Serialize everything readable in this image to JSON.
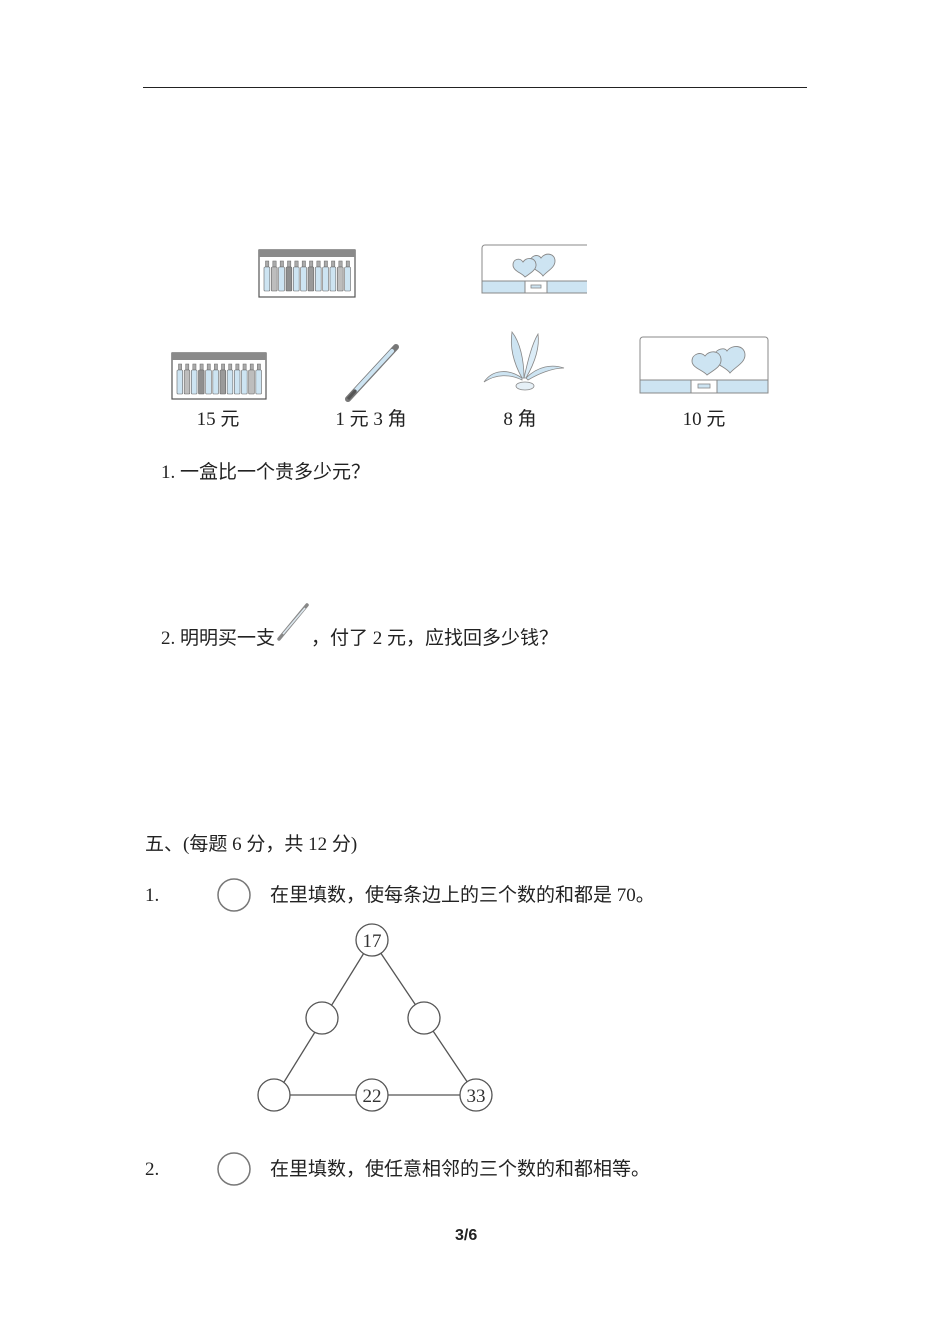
{
  "page": {
    "footer": "3/6"
  },
  "products": {
    "header_images": [
      {
        "name": "crayon-box",
        "icon": "crayon-box-icon"
      },
      {
        "name": "pencil-case",
        "icon": "pencil-case-icon"
      }
    ],
    "items": [
      {
        "name": "crayon-box",
        "icon": "crayon-box-icon",
        "price": "15 元"
      },
      {
        "name": "pen",
        "icon": "pen-icon",
        "price": "1 元 3 角"
      },
      {
        "name": "shuttlecock",
        "icon": "shuttlecock-icon",
        "price": "8 角"
      },
      {
        "name": "pencil-case",
        "icon": "pencil-case-icon",
        "price": "10 元"
      }
    ]
  },
  "questions_part4": [
    {
      "number": "1.",
      "text": "一盒比一个贵多少元？"
    },
    {
      "number": "2.",
      "text_before": "明明买一支",
      "text_after": "，付了 2 元，应找回多少钱？"
    }
  ],
  "section5": {
    "heading": "五、(每题 6 分，共 12 分)",
    "q1": {
      "number": "1.",
      "text": "在里填数，使每条边上的三个数的和都是 70。",
      "triangle_nodes": [
        {
          "position": "top",
          "value": "17"
        },
        {
          "position": "left-middle",
          "value": ""
        },
        {
          "position": "right-middle",
          "value": ""
        },
        {
          "position": "bottom-left",
          "value": ""
        },
        {
          "position": "bottom-middle",
          "value": "22"
        },
        {
          "position": "bottom-right",
          "value": "33"
        }
      ]
    },
    "q2": {
      "number": "2.",
      "text": "在里填数，使任意相邻的三个数的和都相等。"
    }
  },
  "colors": {
    "light_blue": "#cde4f2",
    "gray": "#9a9a9a",
    "dark_gray": "#6f6f6f",
    "line": "#555555"
  }
}
